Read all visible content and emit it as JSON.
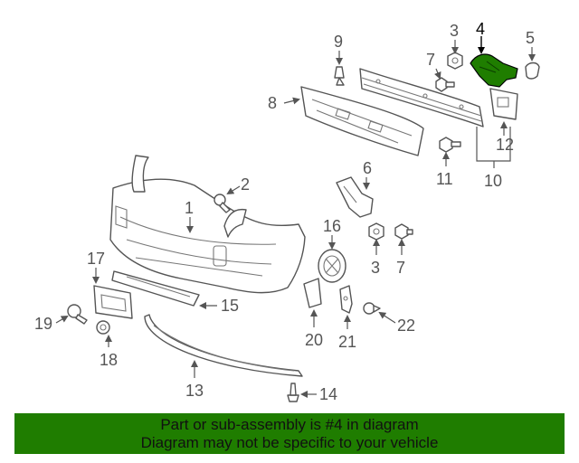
{
  "highlight_color": "#1f7d00",
  "highlighted_part": "4",
  "banner": {
    "line1": "Part or sub-assembly is #4 in diagram",
    "line2": "Diagram may not be specific to your vehicle"
  },
  "callouts": {
    "c1": "1",
    "c2": "2",
    "c3a": "3",
    "c3b": "3",
    "c4": "4",
    "c5": "5",
    "c6": "6",
    "c7a": "7",
    "c7b": "7",
    "c8": "8",
    "c9": "9",
    "c10": "10",
    "c11": "11",
    "c12": "12",
    "c13": "13",
    "c14": "14",
    "c15": "15",
    "c16": "16",
    "c17": "17",
    "c18": "18",
    "c19": "19",
    "c20": "20",
    "c21": "21",
    "c22": "22"
  }
}
